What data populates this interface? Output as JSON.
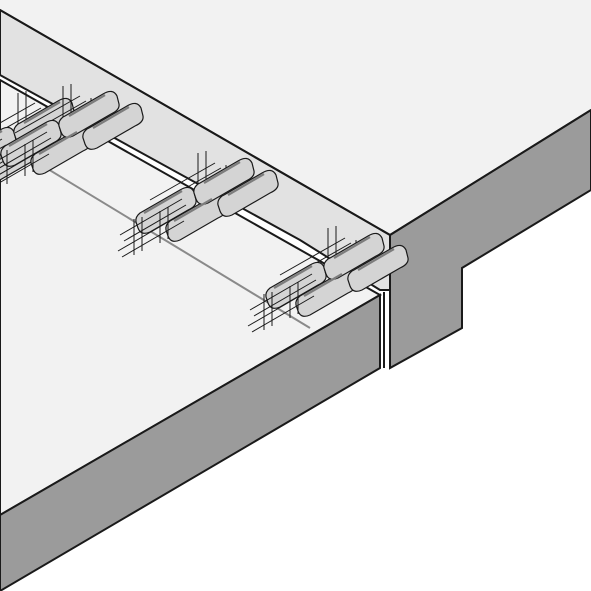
{
  "colors": {
    "background": "#ffffff",
    "slab_top": "#f2f2f2",
    "slab_side": "#9b9b9b",
    "ledge_top": "#e2e2e2",
    "outline": "#1a1a1a",
    "joint_line": "#8a8a8a",
    "connector_metal": "#7d7d7d",
    "connector_light": "#d4d4d4"
  },
  "icons": {
    "connector": "rebar-loop-connector-icon"
  },
  "connectors": [
    {
      "id": "connector-1"
    },
    {
      "id": "connector-2"
    },
    {
      "id": "connector-3"
    },
    {
      "id": "connector-4"
    }
  ]
}
